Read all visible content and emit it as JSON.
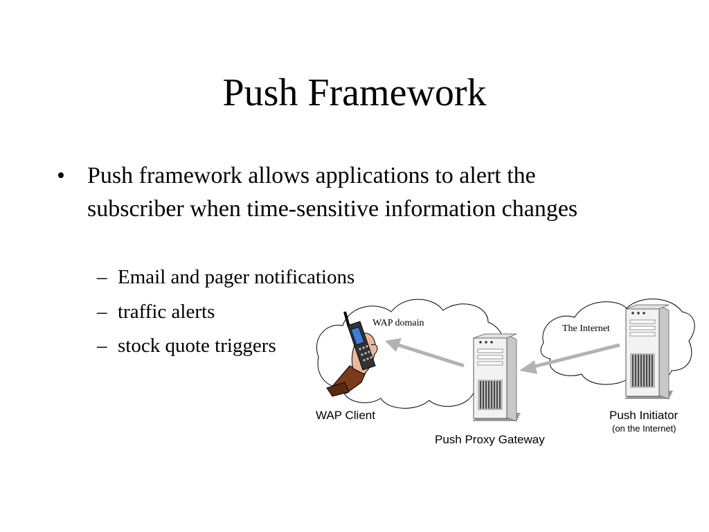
{
  "slide": {
    "title": "Push Framework",
    "bullet": {
      "marker": "•",
      "text": "Push framework allows applications to alert the subscriber when time-sensitive information changes"
    },
    "sub_marker": "–",
    "sub_bullets": [
      "Email and pager notifications",
      "traffic alerts",
      "stock quote triggers"
    ]
  },
  "diagram": {
    "wap_cloud_label": "WAP domain",
    "internet_cloud_label": "The Internet",
    "wap_client_label": "WAP Client",
    "gateway_label": "Push Proxy Gateway",
    "initiator_label": "Push Initiator",
    "initiator_sublabel": "(on the Internet)",
    "colors": {
      "arrow": "#b3b3b3",
      "server_body": "#f2f2f2",
      "server_shadow": "#9a9a9a",
      "phone_screen": "#3b7fd9",
      "sleeve": "#7a3b1a"
    }
  }
}
